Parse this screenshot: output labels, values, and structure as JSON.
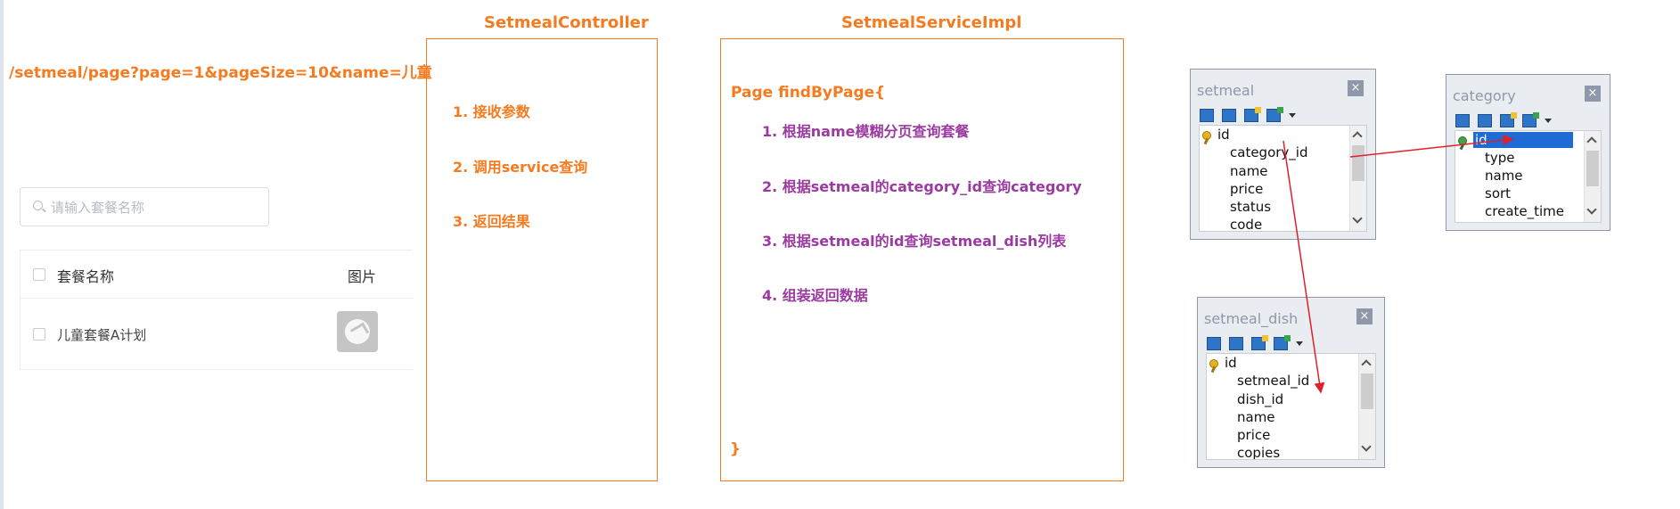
{
  "request_url": "/setmeal/page?page=1&pageSize=10&name=儿童",
  "controller": {
    "title": "SetmealController",
    "steps": [
      "1. 接收参数",
      "2. 调用service查询",
      "3. 返回结果"
    ]
  },
  "service": {
    "title": "SetmealServiceImpl",
    "method_open": "Page findByPage{",
    "steps": [
      "1. 根据name模糊分页查询套餐",
      "2. 根据setmeal的category_id查询category",
      "3. 根据setmeal的id查询setmeal_dish列表",
      "4. 组装返回数据"
    ],
    "method_close": "}"
  },
  "ui_mock": {
    "search_placeholder": "请输入套餐名称",
    "columns": [
      "套餐名称",
      "图片"
    ],
    "row_name": "儿童套餐A计划"
  },
  "tables": {
    "setmeal": {
      "title": "setmeal",
      "fields": [
        "id",
        "category_id",
        "name",
        "price",
        "status",
        "code"
      ]
    },
    "category": {
      "title": "category",
      "fields": [
        "id",
        "type",
        "name",
        "sort",
        "create_time"
      ]
    },
    "setmeal_dish": {
      "title": "setmeal_dish",
      "fields": [
        "id",
        "setmeal_id",
        "dish_id",
        "name",
        "price",
        "copies"
      ]
    },
    "close_glyph": "×"
  },
  "colors": {
    "orange": "#f47b20",
    "purple": "#9b3aa0",
    "arrow": "#e0202a"
  },
  "icons": [
    "search-icon",
    "image-placeholder-icon",
    "primary-key-icon",
    "toolbar-icon",
    "close-icon"
  ]
}
